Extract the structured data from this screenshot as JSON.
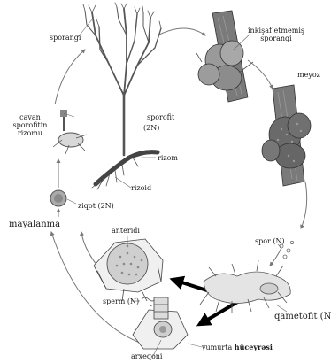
{
  "labels": {
    "sporangi": "sporangi",
    "undeveloped_sporangium": "inkişaf etmemiş sporangi",
    "meiosis": "meyoz",
    "sporophyte": "sporofit",
    "sporophyte_ploidy": "(2N)",
    "rhizome": "rizom",
    "rhizoid": "rizoid",
    "young_sporophyte_rhizome": "cavan sporofitin rizomu",
    "zygote": "ziqot (2N)",
    "fertilization": "mayalanma",
    "antheridium": "anteridi",
    "spore": "spor (N)",
    "sperm": "sperm (N)",
    "gametophyte": "qametofit (N)",
    "archegonium": "arxeqoni",
    "egg_cell_prefix": "yumurta",
    "egg_cell_bold": "hüceyrəsi"
  },
  "colors": {
    "ink": "#1a1a1a",
    "plant": "#5a5a5a",
    "arrow": "#777777",
    "thick_arrow": "#000000"
  }
}
